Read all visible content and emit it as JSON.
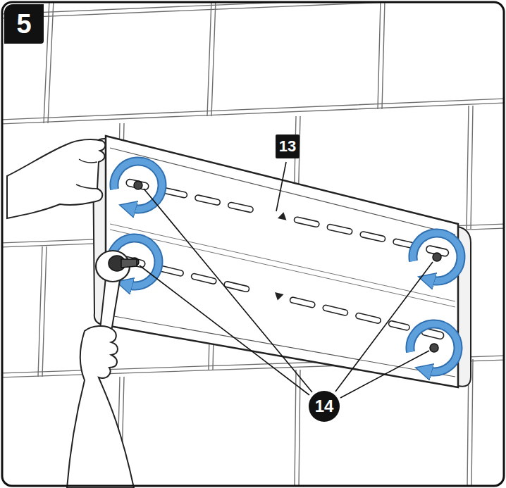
{
  "diagram": {
    "labels": [
      "5",
      "13",
      "14"
    ]
  }
}
